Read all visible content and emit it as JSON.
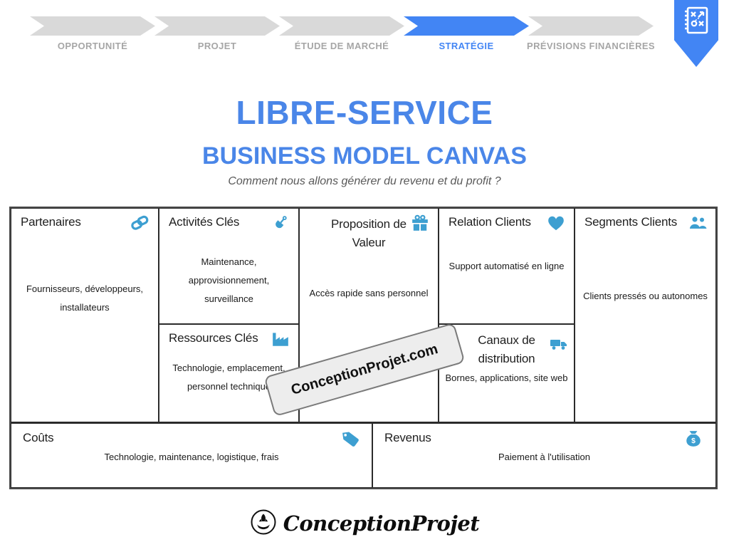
{
  "process_bar": {
    "steps": [
      {
        "label": "OPPORTUNITÉ",
        "active": false
      },
      {
        "label": "PROJET",
        "active": false
      },
      {
        "label": "ÉTUDE DE MARCHÉ",
        "active": false
      },
      {
        "label": "STRATÉGIE",
        "active": true
      },
      {
        "label": "PRÉVISIONS FINANCIÈRES",
        "active": false
      }
    ],
    "bookmark_icon": "strategy-board-icon"
  },
  "header": {
    "title": "LIBRE-SERVICE",
    "subtitle": "BUSINESS MODEL CANVAS",
    "tagline": "Comment nous allons générer du revenu et du profit ?"
  },
  "canvas": {
    "partners": {
      "title": "Partenaires",
      "icon": "link-icon",
      "content": "Fournisseurs, développeurs, installateurs"
    },
    "key_activities": {
      "title": "Activités Clés",
      "icon": "shovel-icon",
      "content": "Maintenance, approvisionnement, surveillance"
    },
    "key_resources": {
      "title": "Ressources Clés",
      "icon": "factory-icon",
      "content": "Technologie, emplacement, personnel technique"
    },
    "value_proposition": {
      "title": "Proposition de Valeur",
      "icon": "gift-icon",
      "content": "Accès rapide sans personnel"
    },
    "customer_relations": {
      "title": "Relation Clients",
      "icon": "heart-icon",
      "content": "Support automatisé en ligne"
    },
    "channels": {
      "title": "Canaux de distribution",
      "icon": "truck-icon",
      "content": "Bornes, applications, site web"
    },
    "customer_segments": {
      "title": "Segments Clients",
      "icon": "people-icon",
      "content": "Clients pressés ou autonomes"
    },
    "costs": {
      "title": "Coûts",
      "icon": "tag-icon",
      "content": "Technologie, maintenance, logistique, frais"
    },
    "revenues": {
      "title": "Revenus",
      "icon": "money-bag-icon",
      "content": "Paiement à l'utilisation"
    }
  },
  "watermark": {
    "text": "ConceptionProjet.com"
  },
  "footer": {
    "brand": "ConceptionProjet",
    "icon": "hand-rocket-icon"
  },
  "colors": {
    "accent_blue": "#4285f4",
    "icon_blue": "#3d9fd1",
    "title_blue": "#4a86e8",
    "chevron_gray": "#d9d9d9",
    "step_label_gray": "#a6a6a6",
    "border_dark": "#2b2b2b"
  }
}
